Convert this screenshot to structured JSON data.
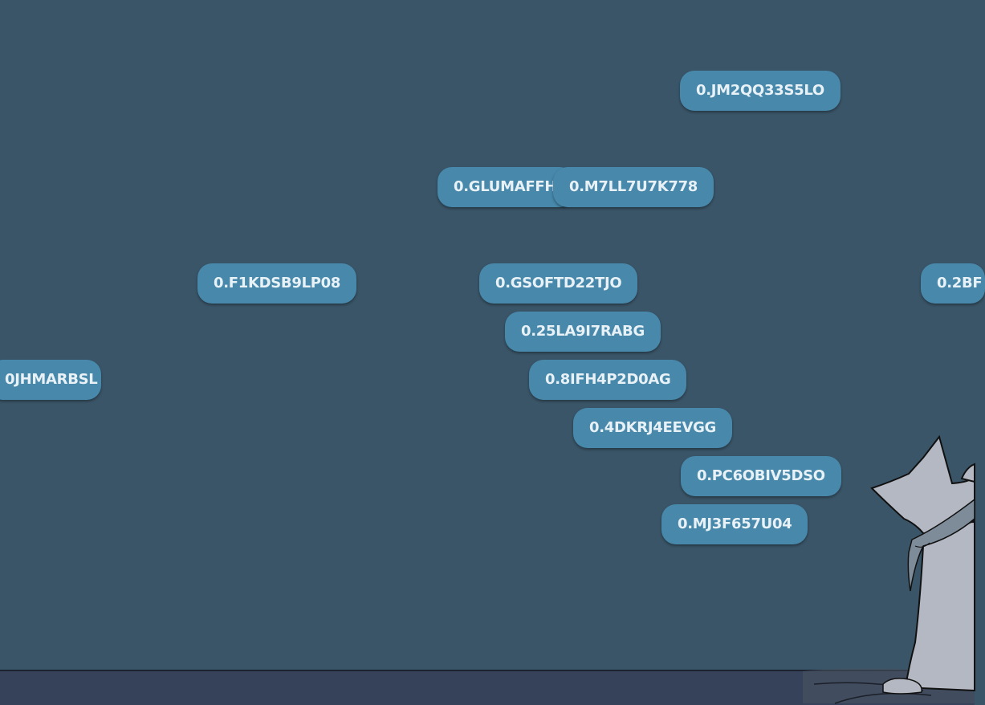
{
  "colors": {
    "background": "#3a5568",
    "pill": "#4788ab",
    "pill_text": "#e8f1f6",
    "floor": "#354259",
    "cat_body": "#b4b8c2",
    "cat_scarf": "#7e8c9a"
  },
  "tokens": [
    {
      "label": "0.JM2QQ33S5LO"
    },
    {
      "label": "0.GLUMAFFHA"
    },
    {
      "label": "0.M7LL7U7K778"
    },
    {
      "label": "0.F1KDSB9LP08"
    },
    {
      "label": "0.GSOFTD22TJO"
    },
    {
      "label": "0.2BF"
    },
    {
      "label": "0.25LA9I7RABG"
    },
    {
      "label": "0JHMARBSL"
    },
    {
      "label": "0.8IFH4P2D0AG"
    },
    {
      "label": "0.4DKRJ4EEVGG"
    },
    {
      "label": "0.PC6OBIV5DSO"
    },
    {
      "label": "0.MJ3F657U04"
    }
  ],
  "illustration": {
    "icon": "cat-illustration"
  }
}
